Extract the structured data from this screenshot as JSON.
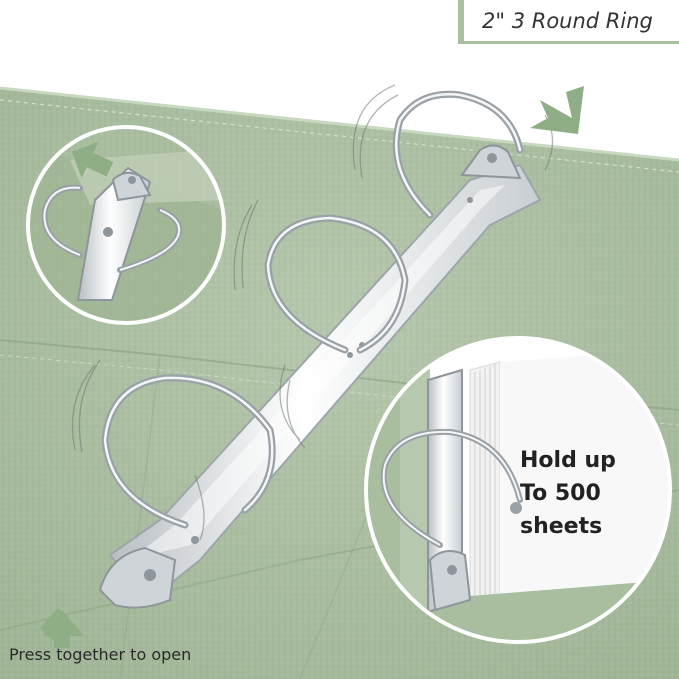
{
  "badge": {
    "label": "2\" 3 Round Ring"
  },
  "callout": {
    "lines": [
      "Hold up",
      "To 500",
      "sheets"
    ]
  },
  "caption": {
    "text": "Press together to open"
  },
  "colors": {
    "binder_cover": "#a9bd9f",
    "binder_cover_dark": "#94ab8a",
    "arrow": "#8fae85",
    "metal": "#d9dde0",
    "metal_dark": "#8e959b",
    "badge_accent": "#a9c19f"
  }
}
